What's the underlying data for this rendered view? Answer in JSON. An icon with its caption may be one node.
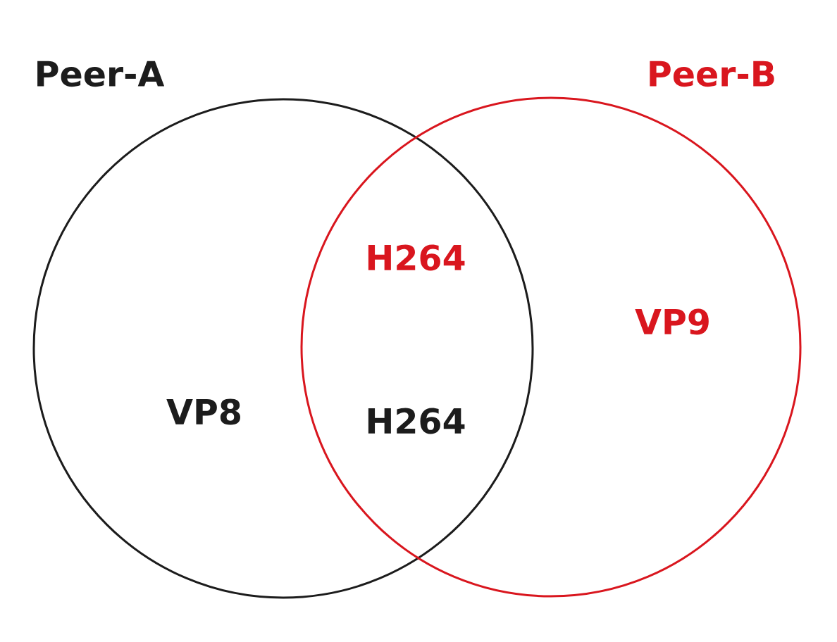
{
  "diagram": {
    "nodes": [
      {
        "text": [
          "Peer-A",
          "VP8",
          "H264"
        ]
      },
      {
        "text": [
          "Peer-B",
          "H264",
          "VP9"
        ]
      }
    ]
  }
}
